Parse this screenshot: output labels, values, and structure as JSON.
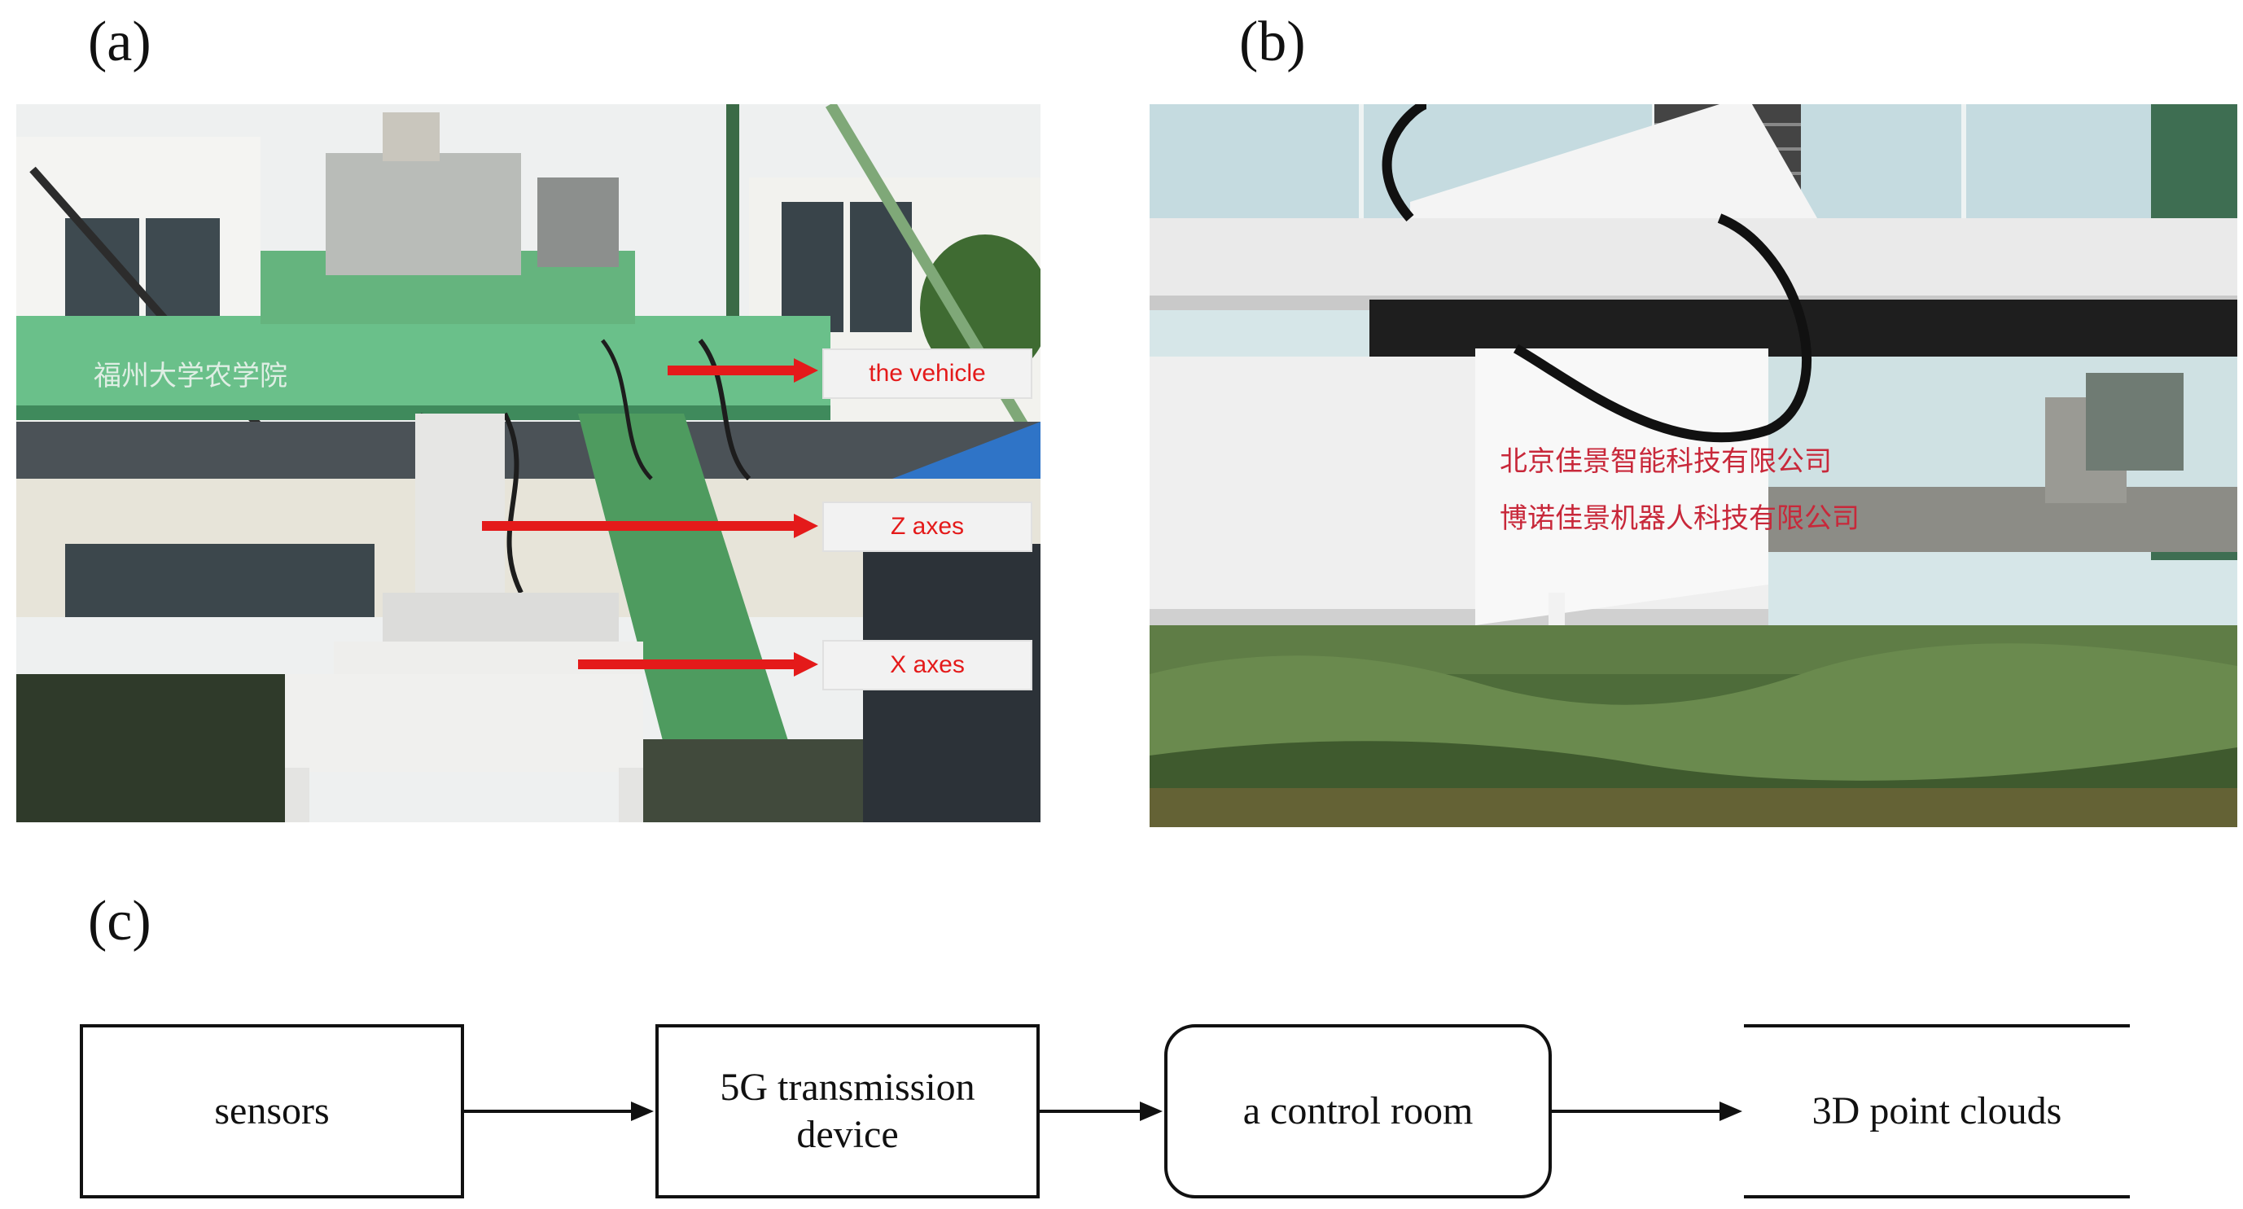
{
  "panels": {
    "a": "(a)",
    "b": "(b)",
    "c": "(c)"
  },
  "photo_a": {
    "callouts": [
      "the vehicle",
      "Z axes",
      "X axes"
    ],
    "beam_text": "福州大学农学院",
    "callout_color": "#e41a1a"
  },
  "photo_b": {
    "sign_line_1": "北京佳景智能科技有限公司",
    "sign_line_2": "博诺佳景机器人科技有限公司"
  },
  "flow": {
    "nodes": [
      {
        "label": "sensors",
        "shape": "rectangle"
      },
      {
        "label": "5G transmission device",
        "shape": "rectangle"
      },
      {
        "label": "a control room",
        "shape": "rounded-rectangle"
      },
      {
        "label": "3D point clouds",
        "shape": "data-store"
      }
    ],
    "edges": [
      "sensors -> 5G transmission device",
      "5G transmission device -> a control room",
      "a control room -> 3D point clouds"
    ]
  }
}
